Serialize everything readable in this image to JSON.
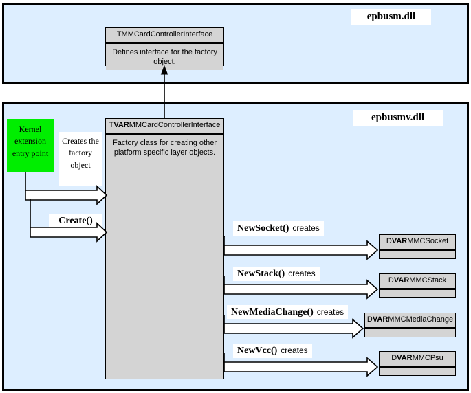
{
  "diagram": {
    "title": "MMC Card Controller factory class diagram",
    "colors": {
      "panel_background": "#ddeeff",
      "class_box_fill": "#d4d4d4",
      "kernel_box_fill": "#00ee00",
      "outline": "#000000",
      "note_background": "#ffffff"
    }
  },
  "panels": [
    {
      "name": "epbusm",
      "label": "epbusm.dll"
    },
    {
      "name": "epbusmv",
      "label": "epbusmv.dll"
    }
  ],
  "interface_class": {
    "title": "TMMCardControllerInterface",
    "description": "Defines interface for the factory object."
  },
  "factory_class": {
    "title_prefix": "T",
    "title_bold": "VAR",
    "title_suffix": "MMCardControllerInterface",
    "description": "Factory class for creating other platform specific layer objects."
  },
  "kernel_entry": {
    "label": "Kernel extension entry point"
  },
  "notes": {
    "creates_factory": "Creates the factory object",
    "create_call": "Create()"
  },
  "creations": [
    {
      "call": "NewSocket()",
      "creates_word": "creates",
      "target_prefix": "D",
      "target_bold": "VAR",
      "target_suffix": "MMCSocket"
    },
    {
      "call": "NewStack()",
      "creates_word": "creates",
      "target_prefix": "D",
      "target_bold": "VAR",
      "target_suffix": "MMCStack"
    },
    {
      "call": "NewMediaChange()",
      "creates_word": "creates",
      "target_prefix": "D",
      "target_bold": "VAR",
      "target_suffix": "MMCMediaChange"
    },
    {
      "call": "NewVcc()",
      "creates_word": "creates",
      "target_prefix": "D",
      "target_bold": "VAR",
      "target_suffix": "MMCPsu"
    }
  ]
}
